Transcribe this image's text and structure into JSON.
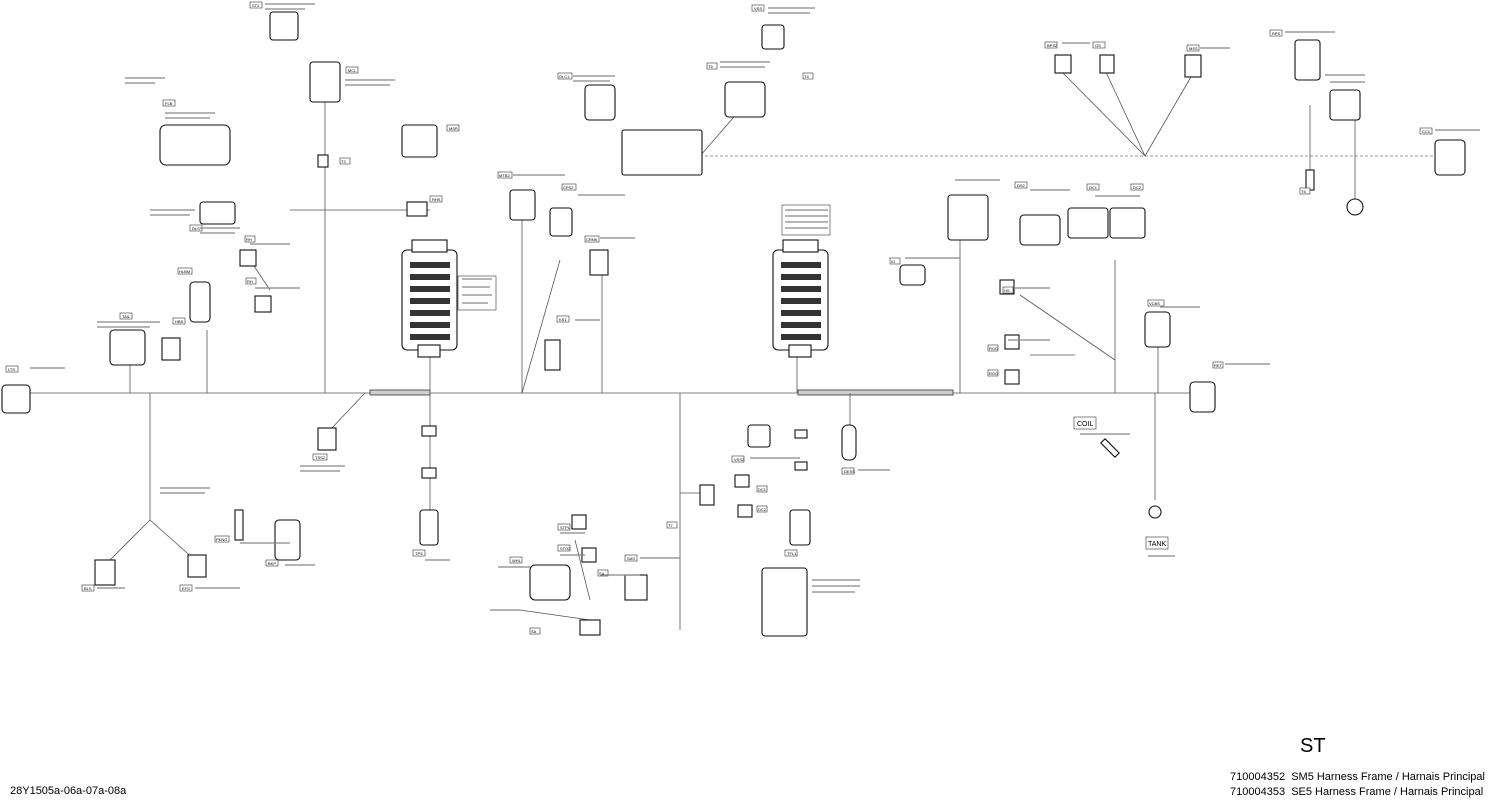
{
  "drawing": {
    "code": "28Y1505a-06a-07a-08a",
    "model": "ST",
    "parts": [
      {
        "number": "710004352",
        "description": "SM5 Harness Frame / Harnais Principal"
      },
      {
        "number": "710004353",
        "description": "SE5 Harness Frame / Harnais Principal"
      }
    ]
  },
  "labels": {
    "coil": "COIL",
    "tank": "TANK"
  }
}
